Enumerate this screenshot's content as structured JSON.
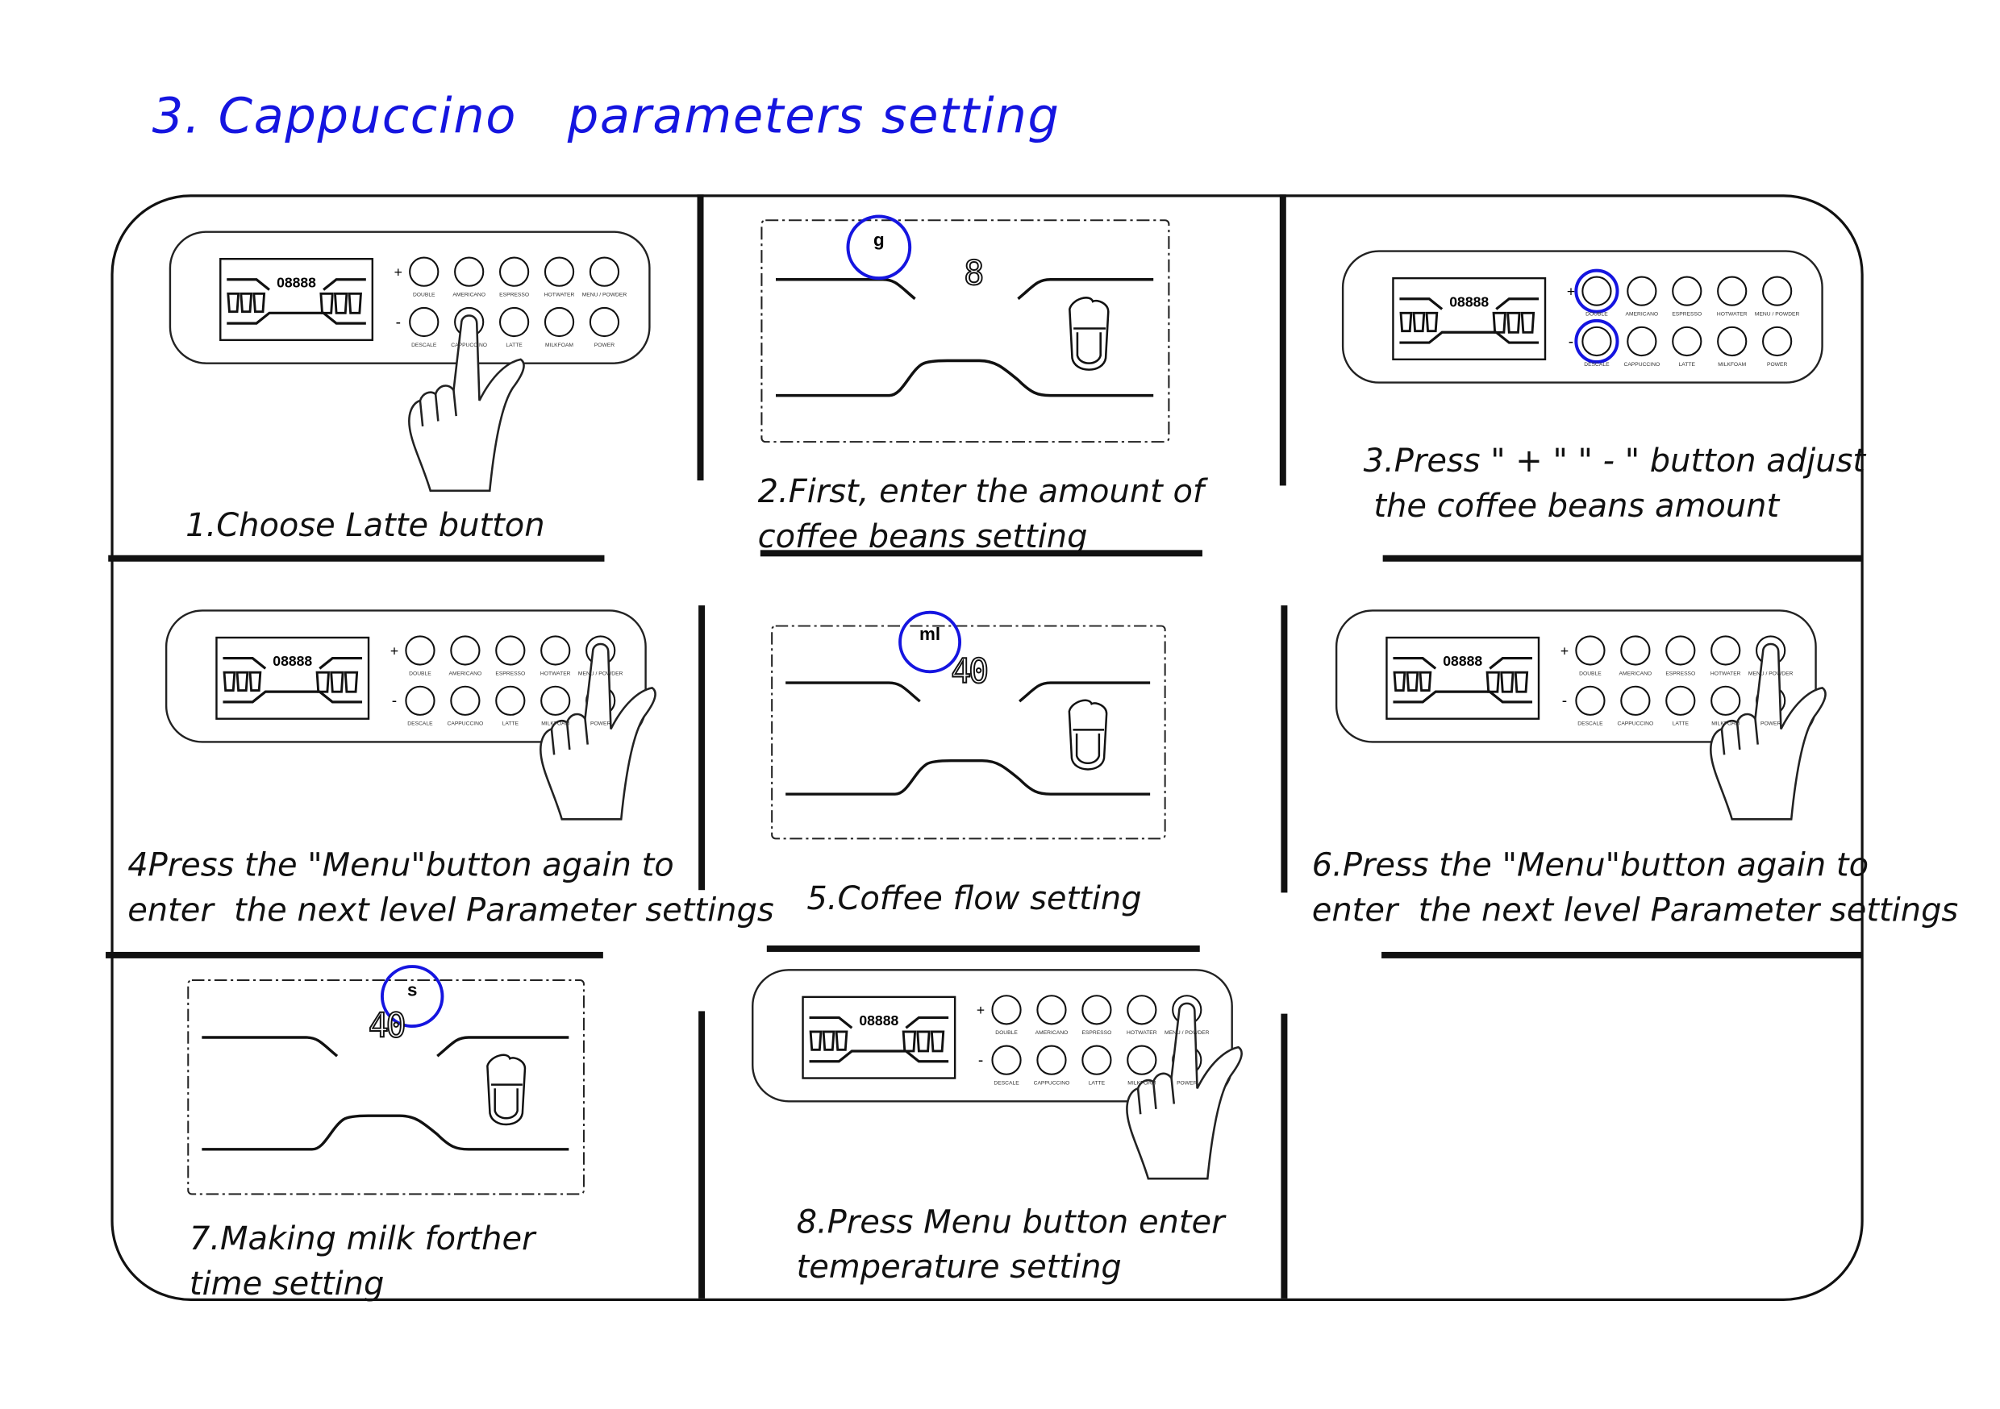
{
  "title": "3. Cappuccino   parameters setting",
  "accent_color": "#1515e0",
  "panel": {
    "lcd_digits": "08888",
    "top_row": [
      "DOUBLE",
      "AMERICANO",
      "ESPRESSO",
      "HOTWATER",
      "MENU / POWDER"
    ],
    "bottom_row": [
      "DESCALE",
      "CAPPUCCINO",
      "LATTE",
      "MILKFOAM",
      "POWER"
    ],
    "plus": "+",
    "minus": "-"
  },
  "steps": [
    {
      "caption": "1.Choose Latte button",
      "highlight": "",
      "hand": "cappuccino"
    },
    {
      "caption": "2.First, enter the amount of\ncoffee beans setting",
      "unit": "g",
      "value": "8"
    },
    {
      "caption": "3.Press \" + \" \" - \" button adjust\n the coffee beans amount",
      "highlight": "plus-minus"
    },
    {
      "caption": "4Press the \"Menu\"button again to\nenter  the next level Parameter settings",
      "hand": "menu"
    },
    {
      "caption": "5.Coffee flow setting",
      "unit": "ml",
      "value": "40"
    },
    {
      "caption": "6.Press the \"Menu\"button again to\nenter  the next level Parameter settings",
      "hand": "menu"
    },
    {
      "caption": "7.Making milk forther\ntime setting",
      "unit": "s",
      "value": "40"
    },
    {
      "caption": "8.Press Menu button enter\ntemperature setting",
      "hand": "menu"
    }
  ]
}
